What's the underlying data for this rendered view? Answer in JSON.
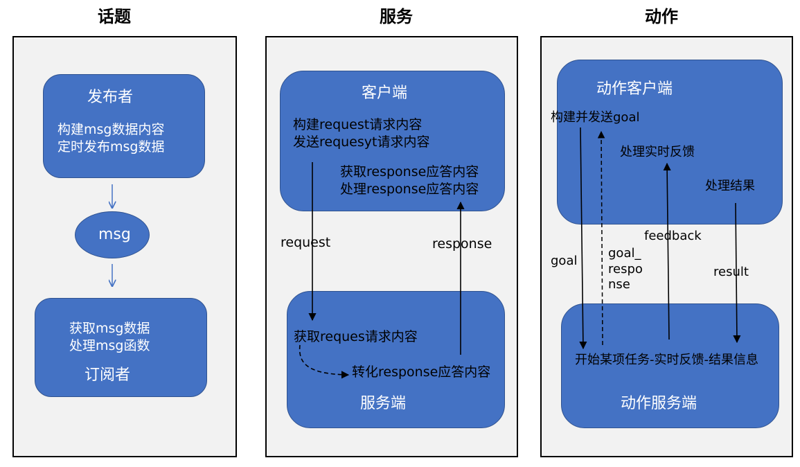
{
  "topic": {
    "heading": "话题",
    "publisher": {
      "title": "发布者",
      "line1": "构建msg数据内容",
      "line2": "定时发布msg数据"
    },
    "msg": "msg",
    "subscriber": {
      "line1": "获取msg数据",
      "line2": "处理msg函数",
      "title": "订阅者"
    }
  },
  "service": {
    "heading": "服务",
    "client": {
      "title": "客户端",
      "line1": "构建request请求内容",
      "line2": "发送requesyt请求内容",
      "line3": "获取response应答内容",
      "line4": "处理response应答内容"
    },
    "request_label": "request",
    "response_label": "response",
    "server": {
      "line1": "获取reques请求内容",
      "line2": "转化response应答内容",
      "title": "服务端"
    }
  },
  "action": {
    "heading": "动作",
    "client": {
      "title": "动作客户端",
      "line1": "构建并发送goal",
      "line2": "处理实时反馈",
      "line3": "处理结果"
    },
    "goal_label": "goal",
    "goal_response_label": {
      "l1": "goal_",
      "l2": "respo",
      "l3": "nse"
    },
    "feedback_label": "feedback",
    "result_label": "result",
    "server": {
      "line1": "开始某项任务-实时反馈-结果信息",
      "title": "动作服务端"
    }
  },
  "colors": {
    "box_fill": "#4472c4",
    "box_border": "#2f528f",
    "panel_fill": "#f2f2f2",
    "arrow_blue": "#4472c4"
  }
}
